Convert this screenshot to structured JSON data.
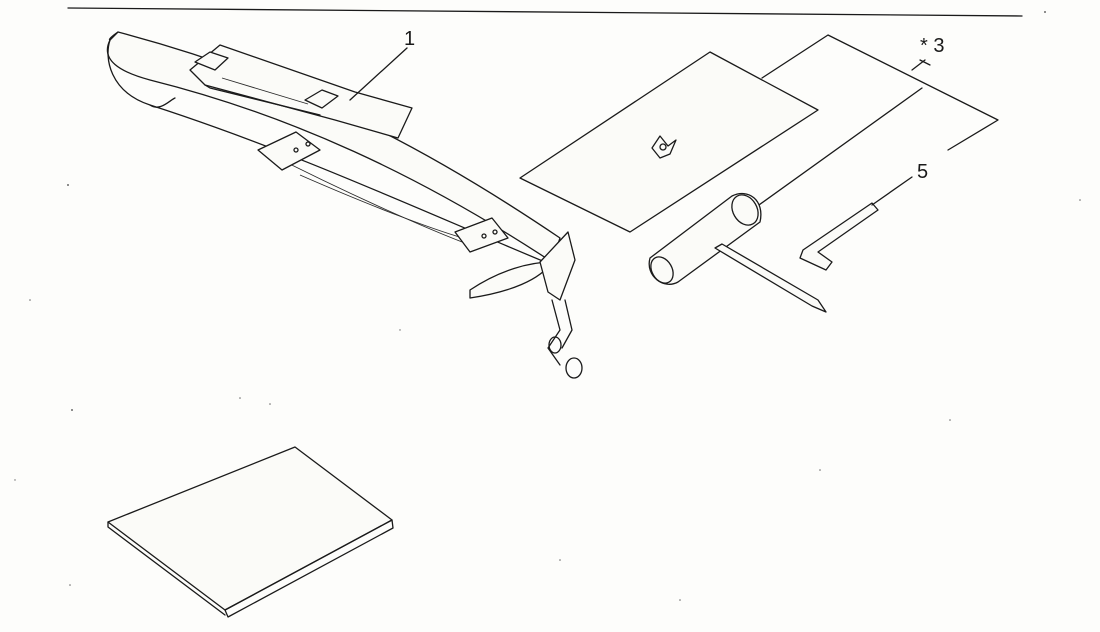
{
  "diagram": {
    "callouts": [
      {
        "id": "1",
        "text": "1"
      },
      {
        "id": "3",
        "text": "* 3"
      },
      {
        "id": "5",
        "text": "5"
      }
    ],
    "colors": {
      "ink": "#1a1a1a",
      "paper": "#fdfdfb"
    }
  }
}
